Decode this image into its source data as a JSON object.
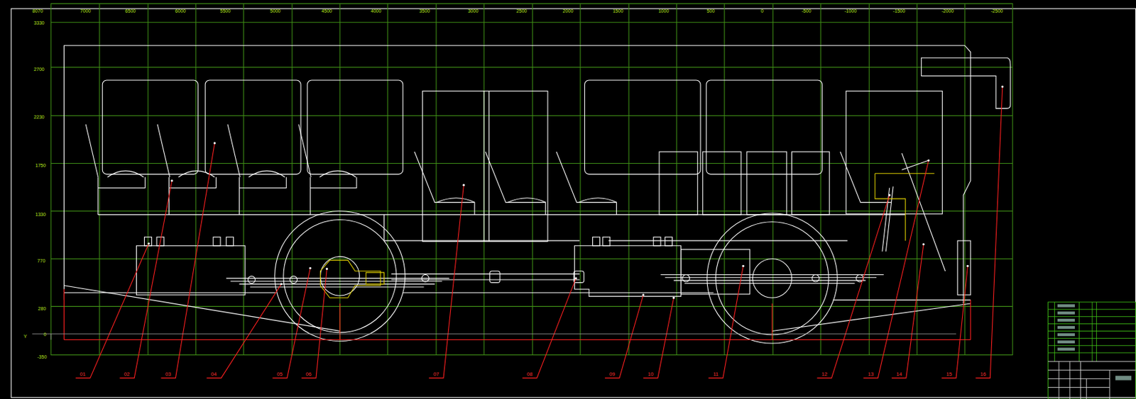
{
  "diagram": {
    "labels": [
      "8070",
      "7000",
      "6500",
      "6000",
      "5500",
      "5000",
      "4500",
      "4000",
      "3500",
      "3000",
      "2500",
      "2000",
      "1500",
      "1000",
      "500",
      "0",
      "-500",
      "-1000",
      "-1500",
      "-2000",
      "-2500",
      "3330",
      "2700",
      "2230",
      "1750",
      "1330",
      "770",
      "280",
      "0",
      "-350",
      "Y",
      "01",
      "02",
      "03",
      "04",
      "05",
      "06",
      "07",
      "08",
      "09",
      "10",
      "11",
      "12",
      "13",
      "14",
      "15",
      "16"
    ]
  }
}
